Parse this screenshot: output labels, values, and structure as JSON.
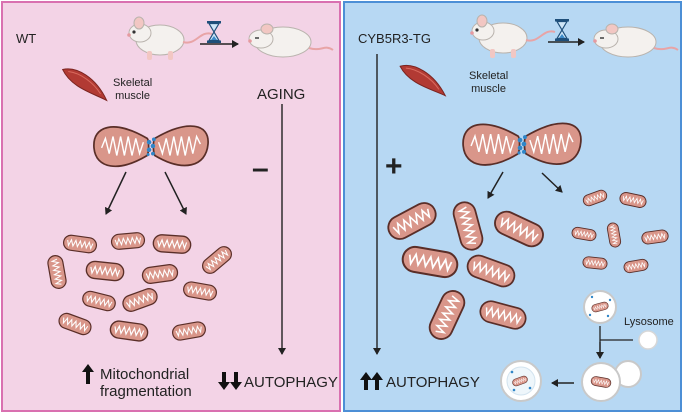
{
  "wt_panel": {
    "genotype": "WT",
    "tissue": "Skeletal\nmuscle",
    "aging_label": "AGING",
    "sign": "–",
    "outcome_left": "Mitochondrial\nfragmentation",
    "outcome_right": "AUTOPHAGY"
  },
  "tg_panel": {
    "genotype": "CYB5R3-TG",
    "tissue": "Skeletal\nmuscle",
    "sign": "+",
    "outcome": "AUTOPHAGY",
    "lysosome_label": "Lysosome"
  },
  "colors": {
    "wt_background": "#f3d3e6",
    "wt_border": "#d970b0",
    "tg_background": "#b7d8f3",
    "tg_border": "#4c8fd6",
    "mito_fill": "#d9968a",
    "mito_stroke": "#5a2e28",
    "fission_dots": "#2f86c8"
  },
  "icons": [
    "mouse-icon",
    "hourglass-icon",
    "old-mouse-icon",
    "muscle-icon",
    "mitochondrion-icon",
    "lysosome-icon",
    "autophagosome-icon",
    "arrow-up-icon",
    "double-arrow-down-icon",
    "double-arrow-up-icon"
  ]
}
